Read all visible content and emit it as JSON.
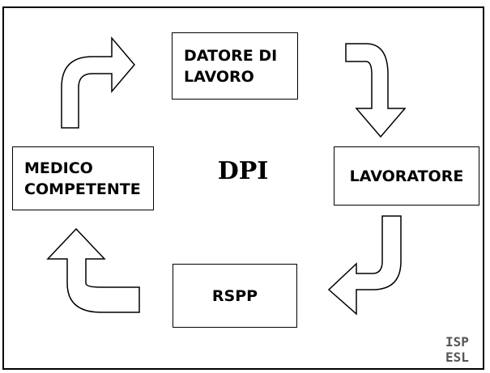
{
  "diagram": {
    "center_label": "DPI",
    "nodes": {
      "datore": "DATORE DI\nLAVORO",
      "lavoratore": "LAVORATORE",
      "rspp": "RSPP",
      "medico": "MEDICO\nCOMPETENTE"
    }
  },
  "logo": {
    "text_line1": "ISP",
    "text_line2": "ESL",
    "color": "#555555"
  }
}
